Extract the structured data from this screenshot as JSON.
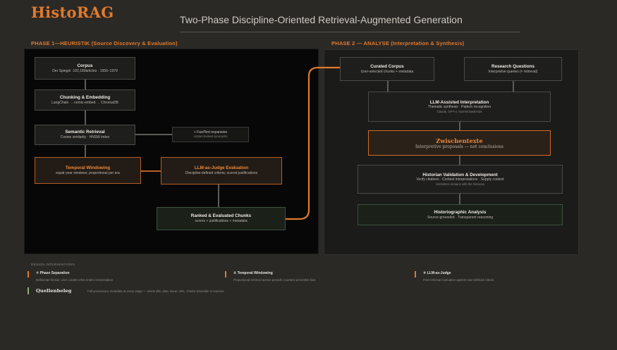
{
  "header": {
    "logo": "HistoRAG",
    "title": "Two-Phase Discipline-Oriented Retrieval-Augmented Generation"
  },
  "phase1": {
    "heading": "PHASE 1—HEURISTIK (Source Discovery & Evaluation)",
    "corpus": {
      "title": "Corpus",
      "sub": "Der Spiegel ·102,189articles · 1950–1979"
    },
    "chunking": {
      "title": "Chunking & Embedding",
      "sub": "LangChain → nomic-embed → ChromaDB"
    },
    "semantic": {
      "title": "Semantic Retrieval",
      "sub": "Cosine similarity · HNSW index"
    },
    "fasttext": {
      "title": "+ FastText expansion",
      "sub": "corpus-trained synonyms"
    },
    "temporal": {
      "title": "Temporal Windowing",
      "sub": "equal-year windows; proportional per era"
    },
    "judge": {
      "title": "LLM-as-Judge Evaluation",
      "sub": "Discipline-defined criteria; scored justifications"
    },
    "ranked": {
      "title": "Ranked & Evaluated Chunks",
      "sub": "scores + justifications + metadata"
    }
  },
  "phase2": {
    "heading": "PHASE 2 — ANALYSE (Interpretation & Synthesis)",
    "curated": {
      "title": "Curated Corpus",
      "sub": "User-selected chunks + metadata"
    },
    "questions": {
      "title": "Research Questions",
      "sub": "Interpretive queries (≠ retrieval)"
    },
    "llm": {
      "title": "LLM-Assisted Interpretation",
      "sub": "Thematic synthesis · Pattern recognition",
      "sub2": "Claude, GPT-4, Gemini backends"
    },
    "zwischen": {
      "title": "Zwischentexte",
      "sub": "Interpretive proposals — not conclusions"
    },
    "historian": {
      "title": "Historian Validation & Development",
      "sub": "Verify citations · Contest interpretations · Supply context",
      "sub2": "Vorstehen remains with the historian"
    },
    "historio": {
      "title": "Historiographic Analysis",
      "sub": "Source-grounded · Transparent reasoning"
    }
  },
  "design": {
    "heading": "DESIGN INTERVENTIONS",
    "items": [
      {
        "title": "① Phase Separation",
        "desc": "Deliberate friction; user curates what enters interpretation"
      },
      {
        "title": "② Temporal Windowing",
        "desc": "Proportional retrieval across periods; counters presentist bias"
      },
      {
        "title": "③ LLM-as-Judge",
        "desc": "Post-retrieval evaluation against user-defined criteria"
      }
    ],
    "quellen": {
      "title": "Quellenbeleg",
      "desc": "Full provenance metadata at every stage — article title, date, issue, URL. Claims traceable to sources."
    }
  },
  "colors": {
    "accent": "#e07a2c",
    "background": "#2b2926",
    "panel": "#070707",
    "green": "#8fae7c"
  }
}
